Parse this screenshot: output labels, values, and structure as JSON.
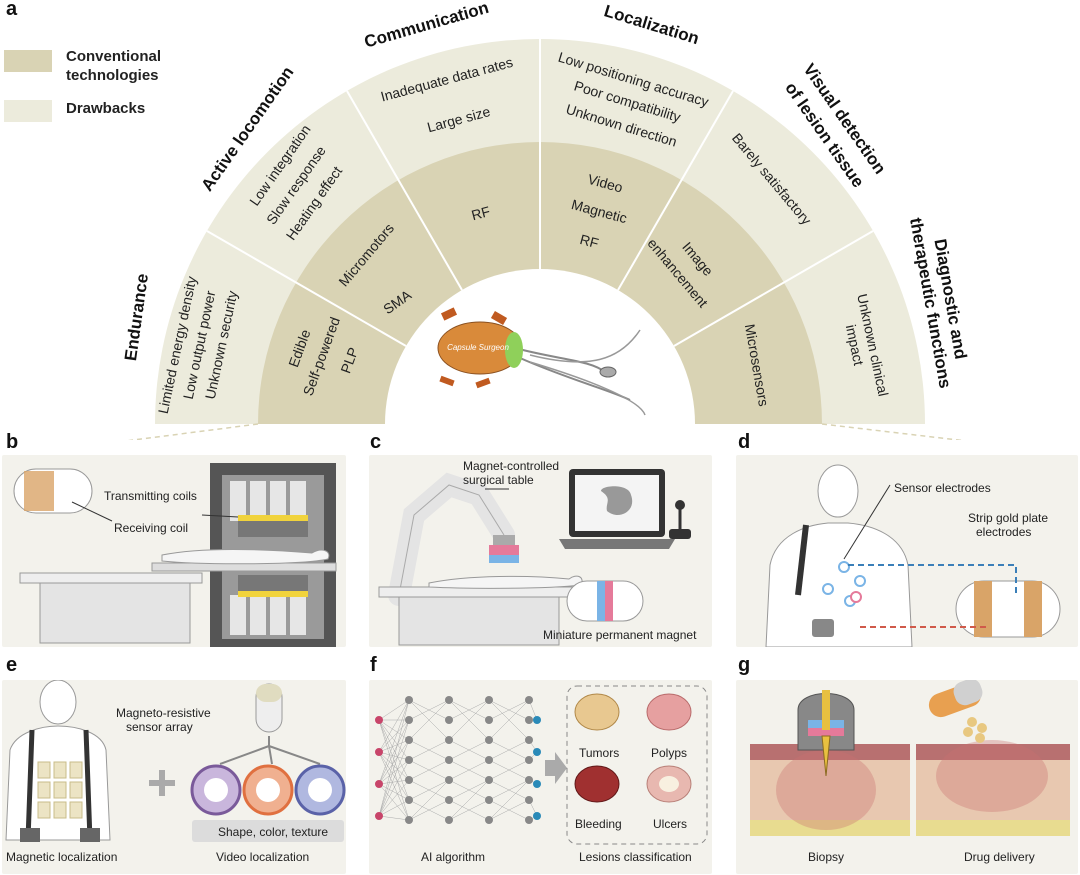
{
  "panel_letters": {
    "a": "a",
    "b": "b",
    "c": "c",
    "d": "d",
    "e": "e",
    "f": "f",
    "g": "g"
  },
  "legend": {
    "conventional": "Conventional technologies",
    "conventional_l1": "Conventional",
    "conventional_l2": "technologies",
    "drawbacks": "Drawbacks",
    "conventional_color": "#d9d3b4",
    "drawbacks_color": "#ecebdc"
  },
  "categories": {
    "endurance": "Endurance",
    "active_locomotion": "Active locomotion",
    "communication": "Communication",
    "localization": "Localization",
    "visual_l1": "Visual detection",
    "visual_l2": "of lesion tissue",
    "diag_l1": "Diagnostic and",
    "diag_l2": "therapeutic functions"
  },
  "drawbacks": {
    "endurance": [
      "Limited energy density",
      "Low output power",
      "Unknown security"
    ],
    "active_locomotion": [
      "Low integration",
      "Slow response",
      "Heating effect"
    ],
    "communication": [
      "Inadequate data rates",
      "Large size"
    ],
    "localization": [
      "Low positioning accuracy",
      "Poor compatibility",
      "Unknown direction"
    ],
    "visual": [
      "Barely satisfactory"
    ],
    "diagnostic": [
      "Unknown clinical",
      "impact"
    ]
  },
  "technologies": {
    "endurance": [
      "Edible",
      "Self-powered",
      "PLP"
    ],
    "active_locomotion": [
      "Micromotors",
      "SMA"
    ],
    "communication": [
      "RF"
    ],
    "localization": [
      "Video",
      "Magnetic",
      "RF"
    ],
    "visual": [
      "Image",
      "enhancement"
    ],
    "diagnostic": [
      "Microsensors"
    ]
  },
  "capsule_label": "Capsule Surgeon",
  "panel_b": {
    "transmitting_coils": "Transmitting coils",
    "receiving_coil": "Receiving coil"
  },
  "panel_c": {
    "table_l1": "Magnet-controlled",
    "table_l2": "surgical table",
    "magnet": "Miniature permanent magnet"
  },
  "panel_d": {
    "sensor_electrodes": "Sensor electrodes",
    "strip_l1": "Strip gold plate",
    "strip_l2": "electrodes"
  },
  "panel_e": {
    "array_l1": "Magneto-resistive",
    "array_l2": "sensor array",
    "features": "Shape, color, texture",
    "magnetic_loc": "Magnetic localization",
    "video_loc": "Video localization"
  },
  "panel_f": {
    "tumors": "Tumors",
    "polyps": "Polyps",
    "bleeding": "Bleeding",
    "ulcers": "Ulcers",
    "ai": "AI algorithm",
    "lesions": "Lesions classification"
  },
  "panel_g": {
    "biopsy": "Biopsy",
    "drug": "Drug delivery"
  }
}
